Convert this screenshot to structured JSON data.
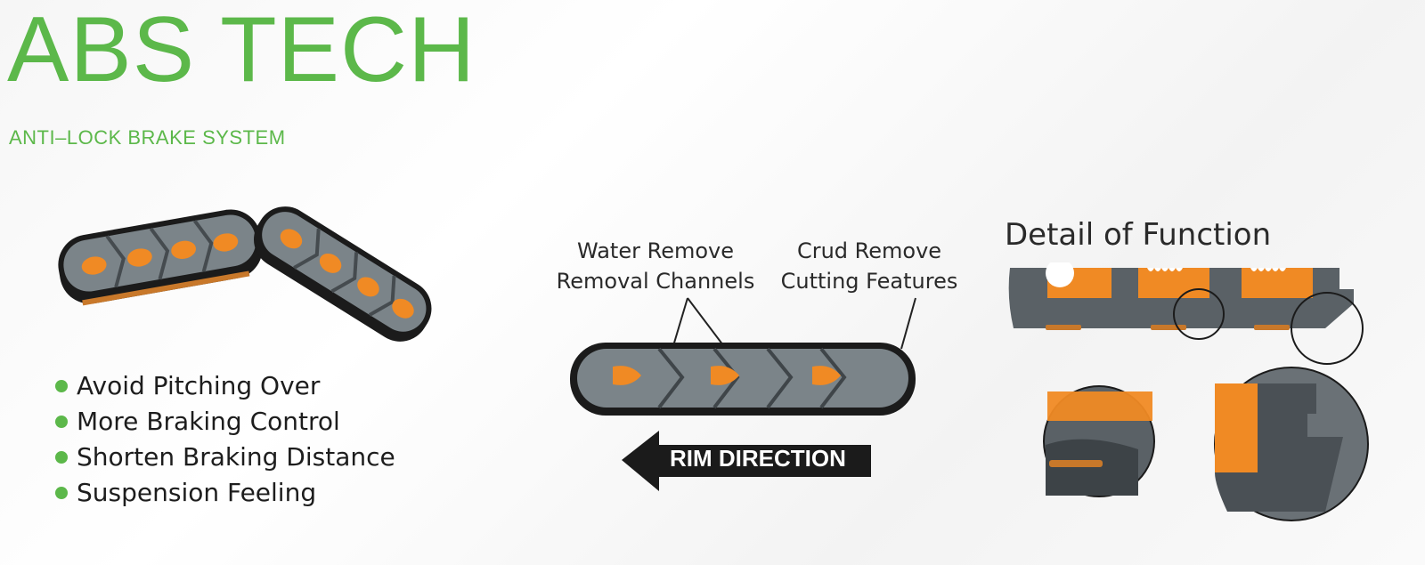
{
  "header": {
    "title": "ABS TECH",
    "subtitle": "ANTI–LOCK BRAKE SYSTEM"
  },
  "features": [
    "Avoid  Pitching Over",
    "More Braking Control",
    "Shorten Braking Distance",
    "Suspension Feeling"
  ],
  "callouts": {
    "water_line1": "Water Remove",
    "water_line2": "Removal Channels",
    "crud_line1": "Crud Remove",
    "crud_line2": "Cutting Features"
  },
  "rim_direction": "RIM DIRECTION",
  "detail_title": "Detail of Function",
  "colors": {
    "accent": "#5cb84a",
    "pad_gray": "#7b8489",
    "pad_black": "#1b1b1b",
    "insert_orange": "#f08a24"
  }
}
